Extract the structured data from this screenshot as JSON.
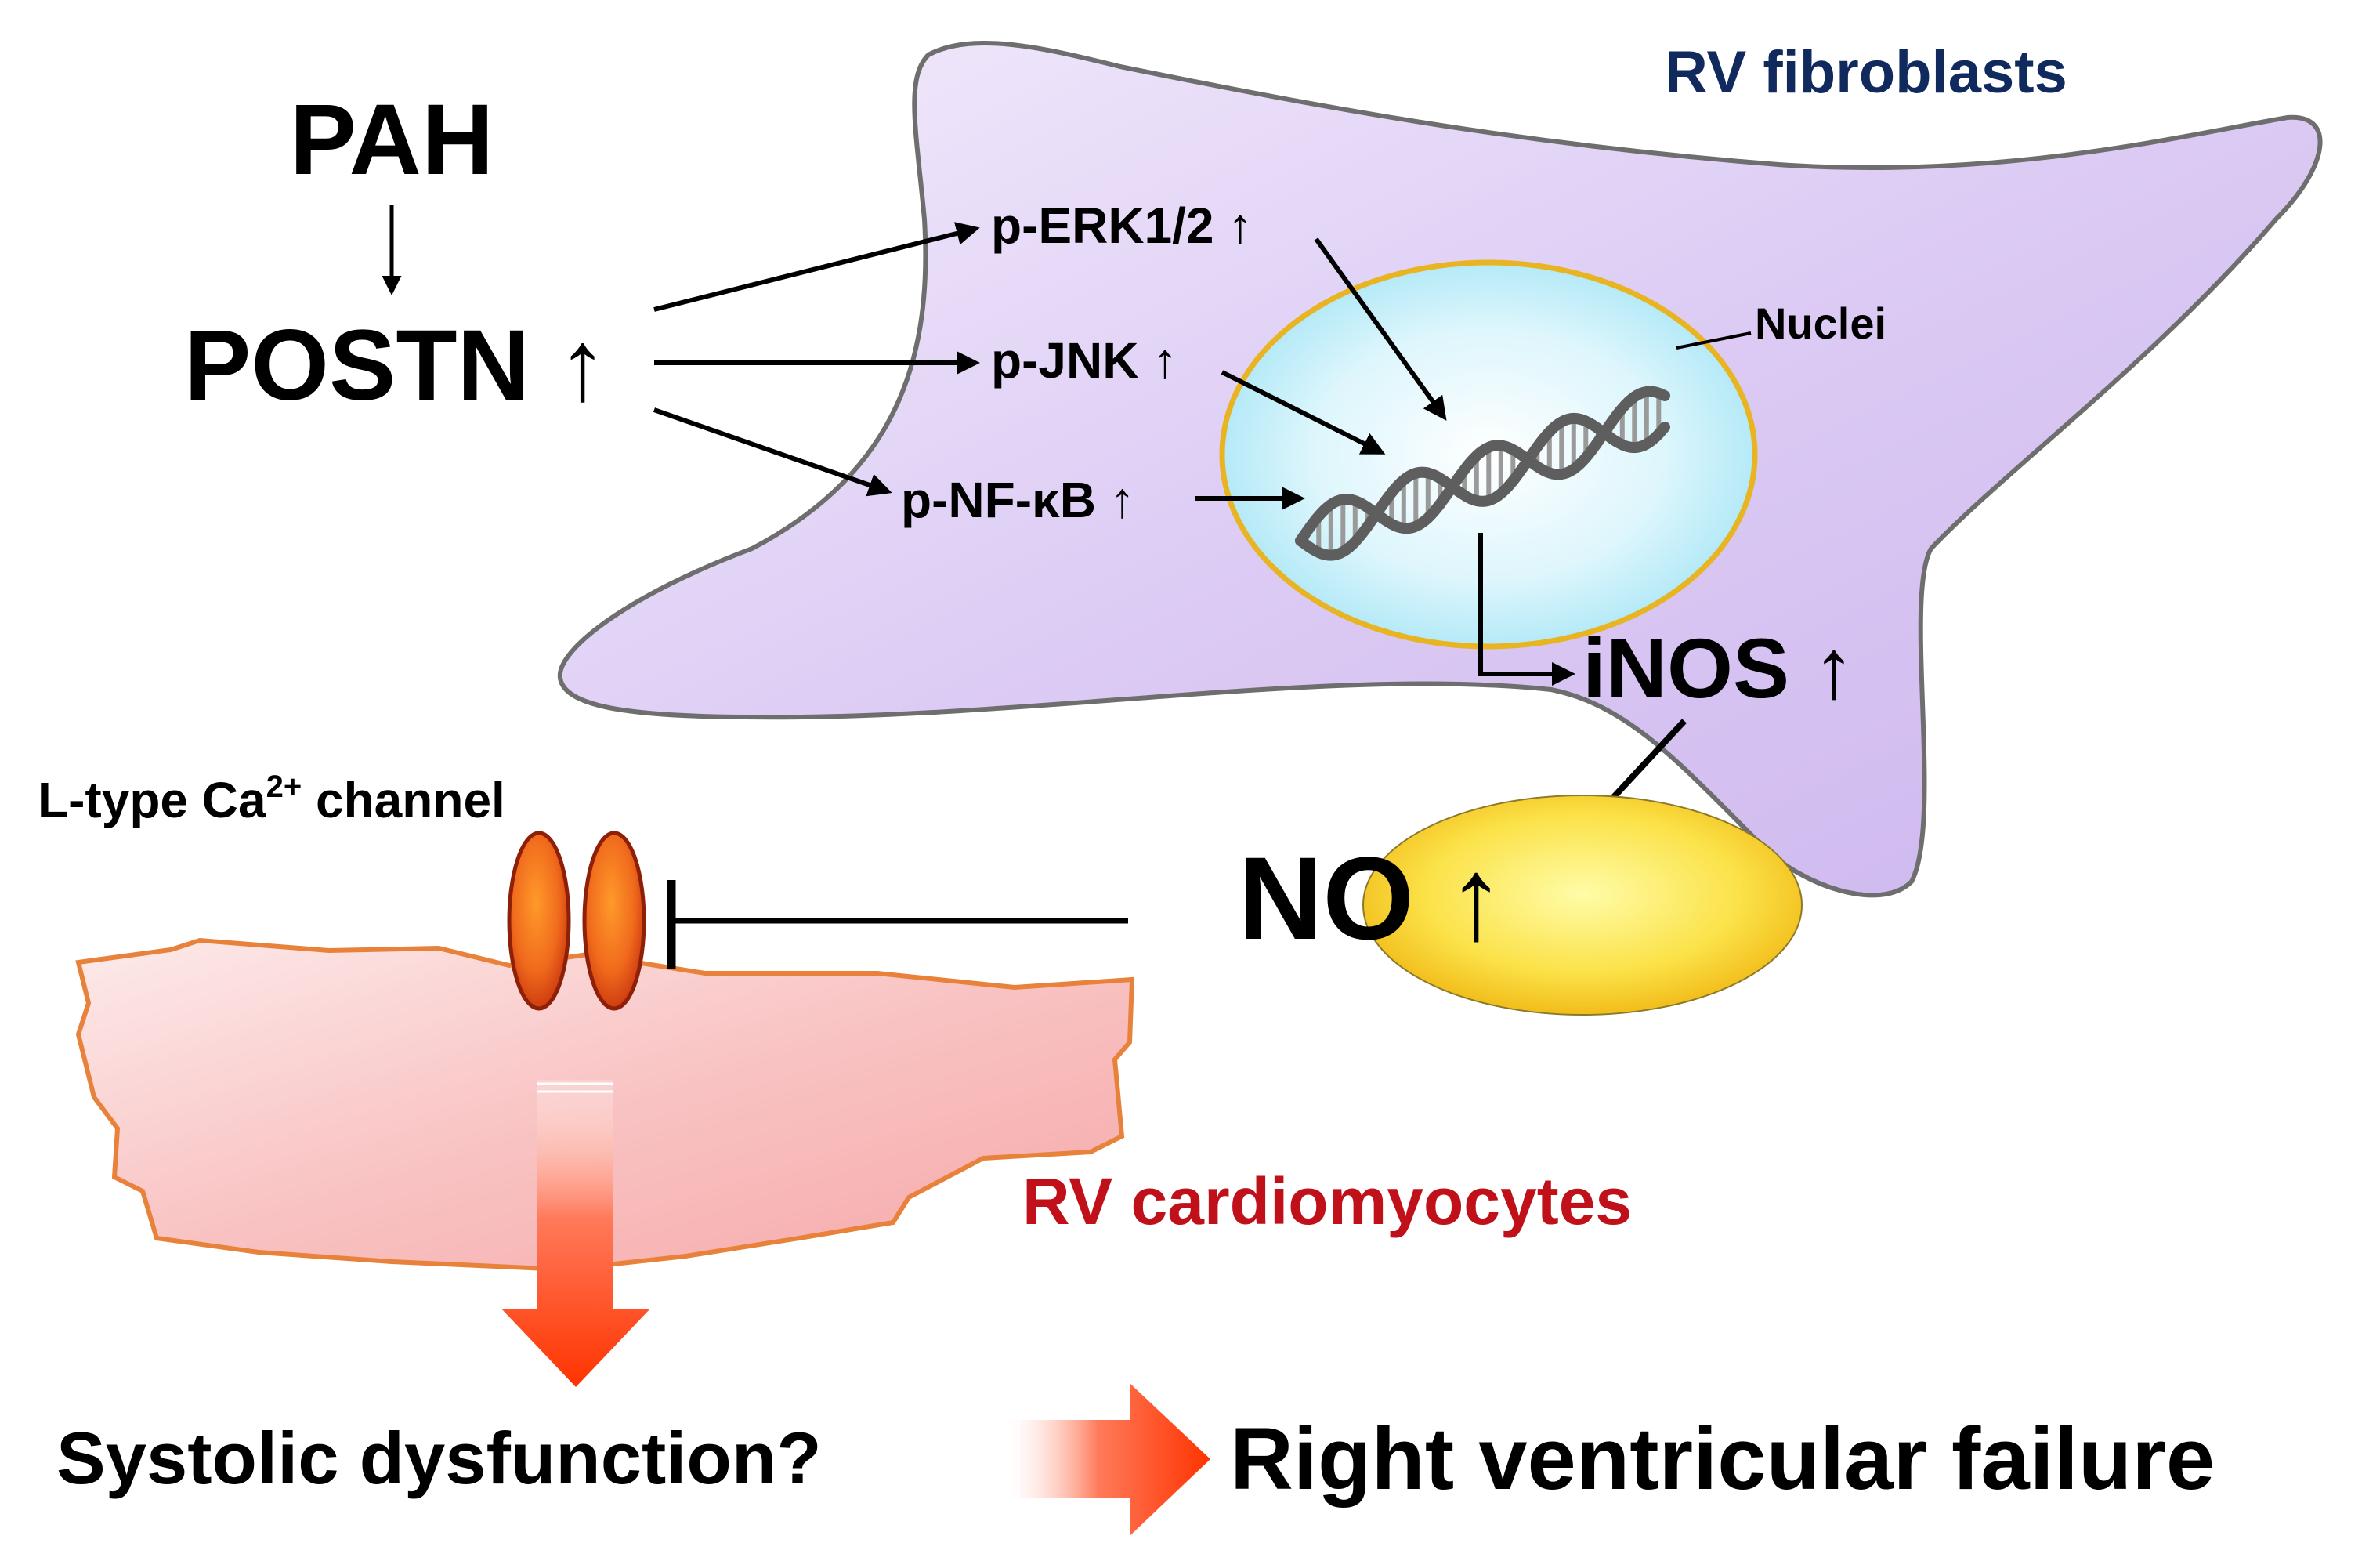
{
  "labels": {
    "pah": "PAH",
    "postn": "POSTN ↑",
    "perk": "p-ERK1/2 ↑",
    "pjnk": "p-JNK ↑",
    "pnfkb": "p-NF-κB ↑",
    "nuclei": "Nuclei",
    "rv_fibroblasts": "RV fibroblasts",
    "inos": "iNOS ↑",
    "no": "NO ↑",
    "channel_prefix": "L-type Ca",
    "channel_superscript": "2+",
    "channel_suffix": " channel",
    "rv_cardiomyocytes": "RV cardiomyocytes",
    "systolic": "Systolic dysfunction?",
    "rv_failure": "Right ventricular failure"
  },
  "colors": {
    "fibroblast_fill": "#D9C6F2",
    "fibroblast_stroke": "#6E6E6E",
    "nucleus_fill": "#C9F0FA",
    "nucleus_stroke": "#E8B421",
    "cardiomyocyte_fill": "#F8B9B9",
    "cardiomyocyte_stroke": "#E8823A",
    "no_fill": "#F8D21E",
    "channel_fill": "#E2561A",
    "fibroblast_label": "#102A5E",
    "cardiomyocyte_label": "#C0111A",
    "arrow_red": "#FF3300",
    "text": "#000000"
  }
}
